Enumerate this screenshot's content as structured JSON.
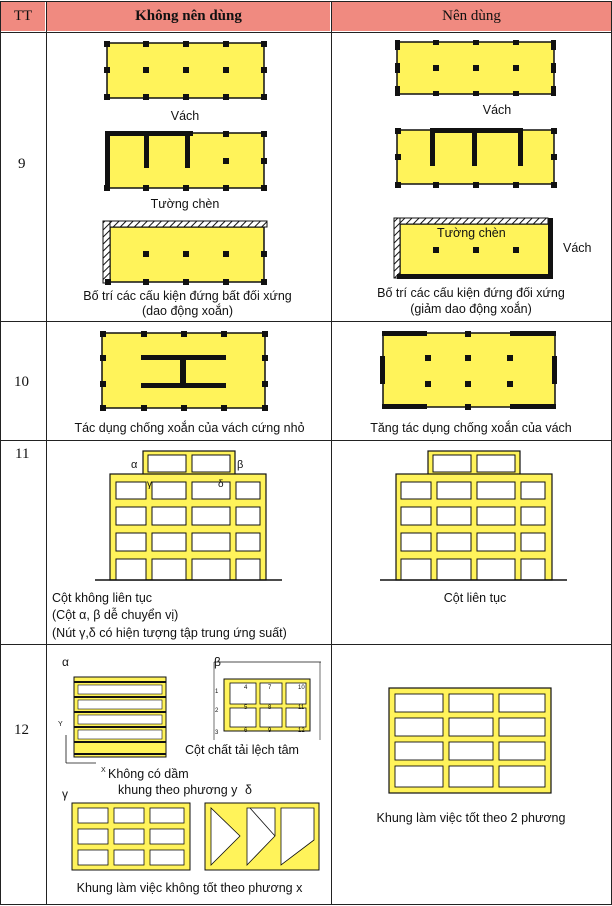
{
  "colors": {
    "header_bg": "#f08a80",
    "plan_fill": "#fff35a",
    "line": "#111111"
  },
  "table": {
    "col_tt": "TT",
    "col_bad": "Không nên dùng",
    "col_good": "Nên dùng"
  },
  "rows": [
    {
      "tt": "9",
      "bad": {
        "label1": "Vách",
        "label2": "Tường chèn",
        "label3a": "Bố trí các cấu kiện đứng bất đối xứng",
        "label3b": "(dao động xoắn)"
      },
      "good": {
        "label1": "Vách",
        "label2": "",
        "inset": "Tường chèn",
        "side": "Vách",
        "label3a": "Bố trí các cấu kiện đứng đối xứng",
        "label3b": "(giảm dao động xoắn)"
      }
    },
    {
      "tt": "10",
      "bad": {
        "label": "Tác dụng chống xoắn của vách cứng nhỏ"
      },
      "good": {
        "label": "Tăng tác dụng chống xoắn của vách"
      }
    },
    {
      "tt": "11",
      "bad": {
        "line1": "Cột không liên tục",
        "line2": "(Cột α, β dễ chuyển vị)",
        "line3": "(Nút γ,δ có hiện tượng tập trung ứng suất)",
        "alpha": "α",
        "beta": "β",
        "gamma": "γ",
        "delta": "δ"
      },
      "good": {
        "label": "Cột liên tục"
      }
    },
    {
      "tt": "12",
      "bad": {
        "alpha": "α",
        "beta": "β",
        "gamma": "γ",
        "axis_y": "Y",
        "axis_x": "X",
        "beta_label": "Cột chất tải lệch tâm",
        "alpha_label1": "Không có dầm",
        "alpha_label2": "khung theo phương y",
        "delta": "δ",
        "bottom": "Khung làm việc không tốt theo phương x",
        "grid_nums": [
          "1",
          "2",
          "3",
          "4",
          "5",
          "6",
          "7",
          "8",
          "9",
          "10",
          "11",
          "12"
        ]
      },
      "good": {
        "label": "Khung làm việc tốt theo 2 phương"
      }
    }
  ]
}
